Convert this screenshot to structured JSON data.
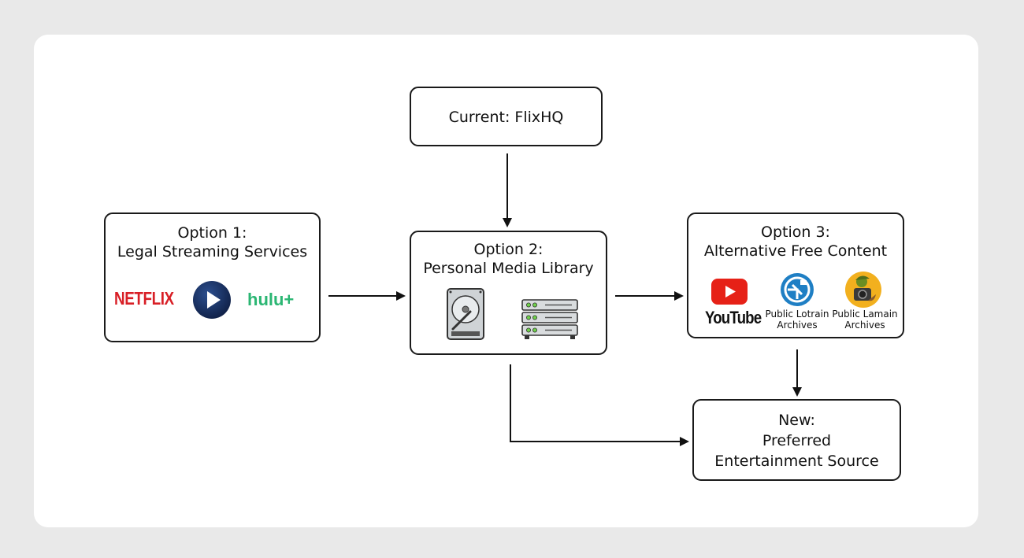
{
  "nodes": {
    "current": {
      "lines": [
        "Current: FlixHQ"
      ]
    },
    "option1": {
      "lines": [
        "Option 1:",
        "Legal Streaming Services"
      ]
    },
    "option2": {
      "lines": [
        "Option 2:",
        "Personal Media Library"
      ]
    },
    "option3": {
      "lines": [
        "Option 3:",
        "Alternative Free Content"
      ]
    },
    "new": {
      "lines": [
        "New:",
        "Preferred",
        "Entertainment Source"
      ]
    }
  },
  "option1_logos": {
    "netflix": "NETFLIX",
    "hulu": "hulu+",
    "icons": [
      "play-circle-icon"
    ]
  },
  "option2_icons": [
    "hard-drive-icon",
    "server-rack-icon"
  ],
  "option3_items": {
    "youtube": "YouTube",
    "archive_1": [
      "Public Lotrain",
      "Archives"
    ],
    "archive_2": [
      "Public Lamain",
      "Archives"
    ],
    "icons": [
      "youtube-play-icon",
      "archive-globe-icon",
      "archive-camera-icon"
    ]
  },
  "colors": {
    "netflix_red": "#d81f26",
    "hulu_green": "#2bb673",
    "youtube_red": "#e62117",
    "play_navy": "#1b2f5e",
    "archive_blue": "#1f7fc4",
    "archive_yellow": "#f2b01e"
  }
}
